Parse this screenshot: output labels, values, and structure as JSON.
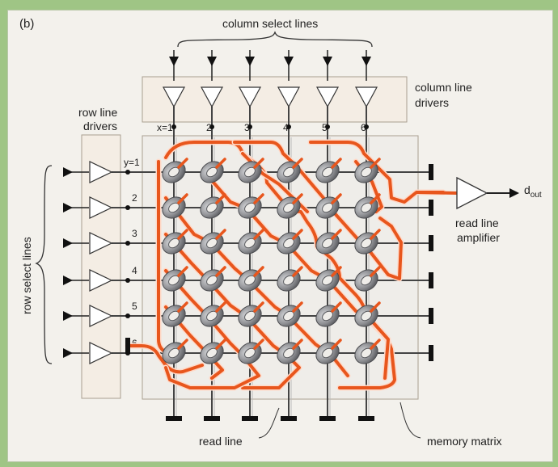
{
  "panel_label": "(b)",
  "column_select_label": "column select lines",
  "column_drivers_label_line1": "column line",
  "column_drivers_label_line2": "drivers",
  "row_drivers_label_line1": "row line",
  "row_drivers_label_line2": "drivers",
  "row_select_label": "row select lines",
  "column_numbers": [
    "x=1",
    "2",
    "3",
    "4",
    "5",
    "6"
  ],
  "row_numbers": [
    "y=1",
    "2",
    "3",
    "4",
    "5",
    "6"
  ],
  "read_amp_label_line1": "read line",
  "read_amp_label_line2": "amplifier",
  "output_label_main": "d",
  "output_label_sub": "out",
  "read_line_label": "read line",
  "memory_matrix_label": "memory matrix",
  "colors": {
    "read_line": "#e8561d",
    "core": "#8f9094",
    "driver_box": "#f4ede4",
    "matrix_box": "#efede9"
  },
  "icons": [
    "driver-triangle-icon",
    "arrow-icon",
    "terminal-icon",
    "core-icon"
  ]
}
